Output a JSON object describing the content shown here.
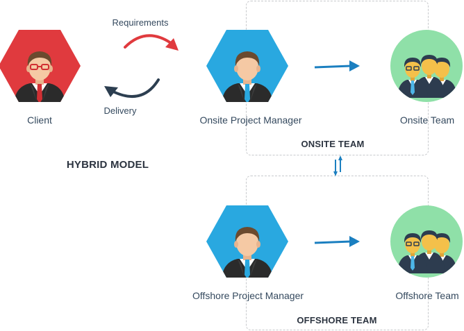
{
  "title": "HYBRID MODEL",
  "client": {
    "label": "Client"
  },
  "flows": {
    "requirements": "Requirements",
    "delivery": "Delivery"
  },
  "onsite": {
    "group_label": "ONSITE TEAM",
    "manager_label": "Onsite Project Manager",
    "team_label": "Onsite Team"
  },
  "offshore": {
    "group_label": "OFFSHORE TEAM",
    "manager_label": "Offshore Project Manager",
    "team_label": "Offshore Team"
  },
  "colors": {
    "client_hex": "#e03a3e",
    "manager_hex": "#29a8e0",
    "team_circle": "#8fe0a8",
    "arrow_blue": "#1b7fc0",
    "arrow_red": "#e03a3e",
    "arrow_dark": "#2c3e50"
  }
}
